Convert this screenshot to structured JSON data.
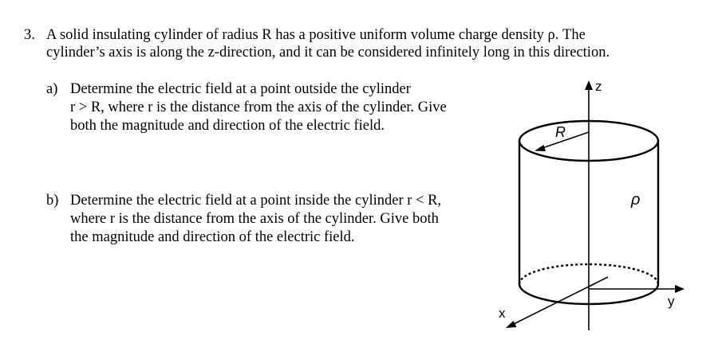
{
  "question": {
    "number": "3.",
    "stem_lines": [
      "A solid insulating cylinder of radius R has a positive uniform volume charge density ρ. The",
      "cylinder’s axis is along the z-direction, and it can be considered infinitely long in this direction."
    ],
    "parts": [
      {
        "label": "a)",
        "lines": [
          "Determine the electric field at a point outside the cylinder",
          "r > R, where r is the distance from the axis of the cylinder. Give",
          "both the magnitude and direction of the electric field."
        ]
      },
      {
        "label": "b)",
        "lines": [
          "Determine the electric field at a point inside the cylinder r < R,",
          "where r is the distance from the axis of the cylinder. Give both",
          "the magnitude and direction of the electric field."
        ]
      }
    ]
  },
  "figure": {
    "z_label": "z",
    "y_label": "y",
    "x_label": "x",
    "radius_label": "R",
    "density_label": "ρ"
  }
}
